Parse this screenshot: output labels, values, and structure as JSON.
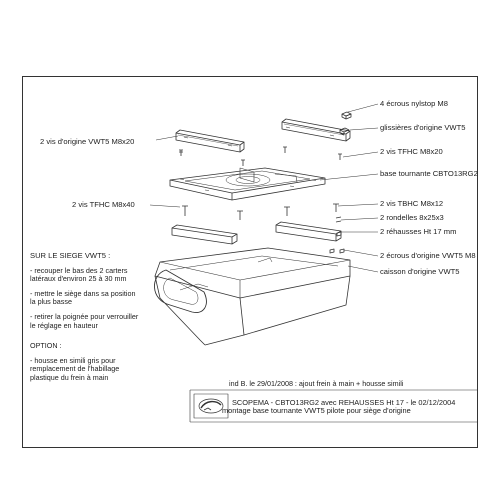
{
  "labels": {
    "ecrous": "4 écrous nylstop M8",
    "glissieres": "glissières d'origine VWT5",
    "vis_origine_m8x20": "2 vis d'origine VWT5 M8x20",
    "vis_tfhc_m8x20": "2 vis TFHC M8x20",
    "base_tournante": "base tournante CBTO13RG2",
    "vis_tfhc_m8x40": "2 vis TFHC M8x40",
    "vis_tbhc_m8x12": "2 vis TBHC M8x12",
    "rondelles": "2 rondelles 8x25x3",
    "rehausses": "2 réhausses Ht 17 mm",
    "ecrous_origine": "2 écrous d'origine VWT5 M8",
    "caisson": "caisson d'origine VWT5"
  },
  "notes": {
    "heading": "SUR LE SIEGE VWT5 :",
    "item1": "- recouper le bas des 2 carters latéraux d'environ 25 à 30 mm",
    "item2": "- mettre le siège dans sa position la plus basse",
    "item3": "- retirer la poignée pour verrouiller le réglage en hauteur",
    "option_heading": "OPTION :",
    "option_item": "- housse en simili gris pour remplacement de l'habillage plastique du frein à main"
  },
  "revision": "ind B. le 29/01/2008 : ajout frein à main + housse simili",
  "title_block": {
    "line1": "SCOPEMA - CBTO13RG2 avec REHAUSSES Ht 17 - le 02/12/2004",
    "line2": "montage base tournante VWT5 pilote pour siège d'origine",
    "line3": ""
  },
  "colors": {
    "line": "#333333",
    "paper": "#ffffff"
  }
}
